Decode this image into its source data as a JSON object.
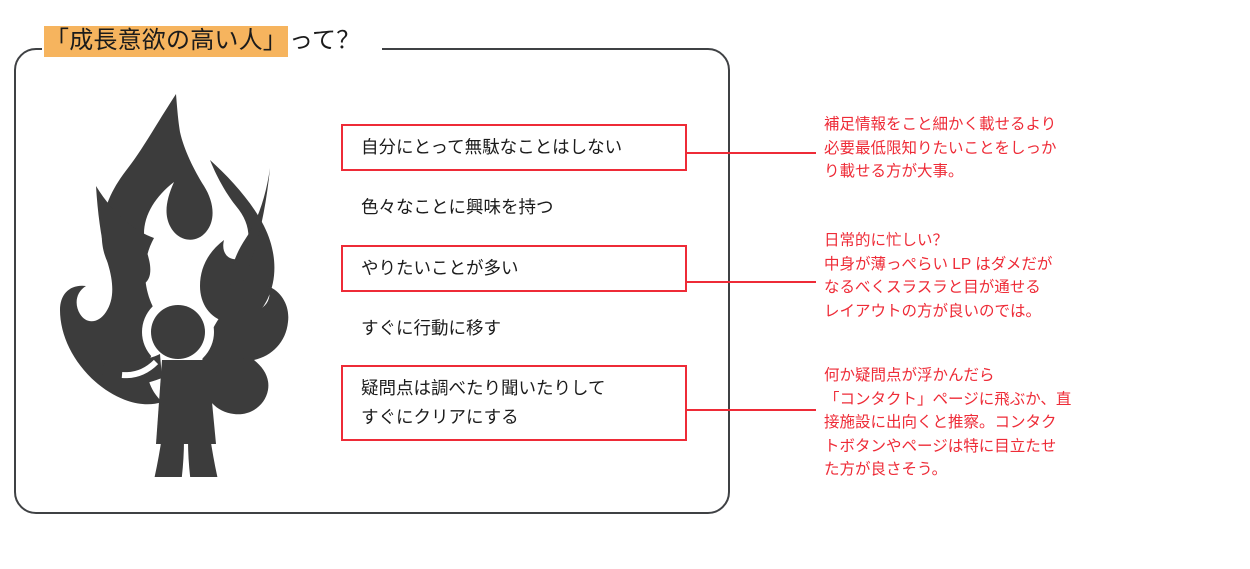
{
  "frame": {
    "title_highlighted": "「成長意欲の高い人」",
    "title_tail": "って？",
    "highlight_color": "#f6b45e",
    "border_color": "#3f4144"
  },
  "icon": {
    "name": "flame-person-icon",
    "color": "#3c3c3c"
  },
  "accent": {
    "red": "#ee2b37",
    "text": "#1b1b1b"
  },
  "traits": [
    {
      "id": "trait-1",
      "boxed": true,
      "lines": [
        "自分にとって無駄なことはしない"
      ]
    },
    {
      "id": "trait-2",
      "boxed": false,
      "lines": [
        "色々なことに興味を持つ"
      ]
    },
    {
      "id": "trait-3",
      "boxed": true,
      "lines": [
        "やりたいことが多い"
      ]
    },
    {
      "id": "trait-4",
      "boxed": false,
      "lines": [
        "すぐに行動に移す"
      ]
    },
    {
      "id": "trait-5",
      "boxed": true,
      "lines": [
        "疑問点は調べたり聞いたりして",
        "すぐにクリアにする"
      ]
    }
  ],
  "annotations": [
    {
      "id": "annotation-1",
      "lines": [
        "補足情報をこと細かく載せるより",
        "必要最低限知りたいことをしっか",
        "り載せる方が大事。"
      ]
    },
    {
      "id": "annotation-2",
      "lines": [
        "日常的に忙しい？",
        "中身が薄っぺらい LP はダメだが",
        "なるべくスラスラと目が通せる",
        "レイアウトの方が良いのでは。"
      ]
    },
    {
      "id": "annotation-3",
      "lines": [
        "何か疑問点が浮かんだら",
        "「コンタクト」ページに飛ぶか、直",
        "接施設に出向くと推察。コンタク",
        "トボタンやページは特に目立たせ",
        "た方が良さそう。"
      ]
    }
  ]
}
